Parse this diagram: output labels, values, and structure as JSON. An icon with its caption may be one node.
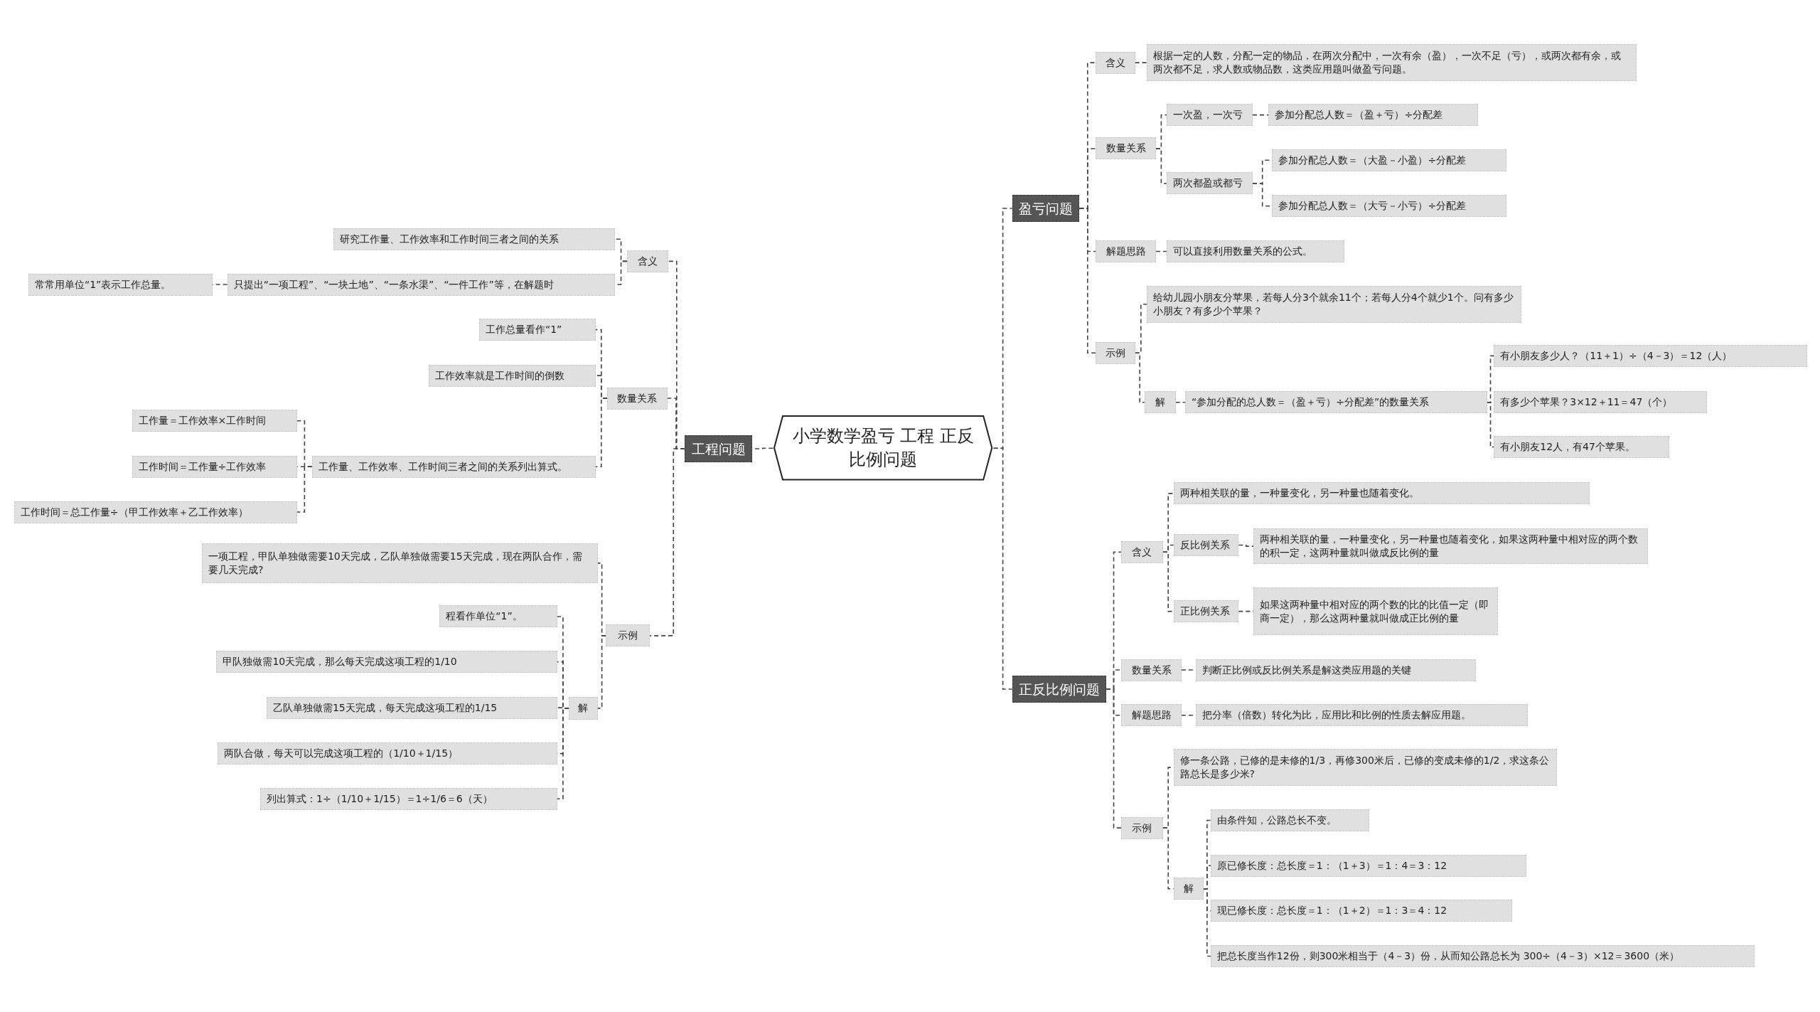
{
  "diagram": {
    "nodes": [
      {
        "text": [
          "小学数学盈亏 工程 正反比例问题"
        ]
      },
      {
        "text": [
          "工程问题"
        ]
      },
      {
        "text": [
          "含义"
        ]
      },
      {
        "text": [
          "研究工作量、工作效率和工作时间三者之间的关系"
        ]
      },
      {
        "text": [
          "只提出“一项工程”、“一块土地”、“一条水渠”、“一件工作”等，在解题时"
        ]
      },
      {
        "text": [
          "常常用单位“1”表示工作总量。"
        ]
      },
      {
        "text": [
          "数量关系"
        ]
      },
      {
        "text": [
          "工作总量看作“1”"
        ]
      },
      {
        "text": [
          "工作效率就是工作时间的倒数"
        ]
      },
      {
        "text": [
          "工作量、工作效率、工作时间三者之间的关系列出算式。"
        ]
      },
      {
        "text": [
          "工作量＝工作效率×工作时间"
        ]
      },
      {
        "text": [
          "工作时间＝工作量÷工作效率"
        ]
      },
      {
        "text": [
          "工作时间＝总工作量÷（甲工作效率＋乙工作效率）"
        ]
      },
      {
        "text": [
          "示例"
        ]
      },
      {
        "text": [
          "一项工程，甲队单独做需要10天完成，乙队单独做需要15天完成，现在两队合作，需要几天完成?"
        ]
      },
      {
        "text": [
          "解"
        ]
      },
      {
        "text": [
          "程看作单位“1”。"
        ]
      },
      {
        "text": [
          "甲队独做需10天完成，那么每天完成这项工程的1/10"
        ]
      },
      {
        "text": [
          "乙队单独做需15天完成，每天完成这项工程的1/15"
        ]
      },
      {
        "text": [
          "两队合做，每天可以完成这项工程的（1/10＋1/15）"
        ]
      },
      {
        "text": [
          "列出算式：1÷（1/10＋1/15）＝1÷1/6＝6（天）"
        ]
      },
      {
        "text": [
          "盈亏问题"
        ]
      },
      {
        "text": [
          "含义"
        ]
      },
      {
        "text": [
          "根据一定的人数，分配一定的物品，在两次分配中，一次有余（盈），一次不足（亏），或两次都有余，或两次都不足，求人数或物品数，这类应用题叫做盈亏问题。"
        ]
      },
      {
        "text": [
          "数量关系"
        ]
      },
      {
        "text": [
          "一次盈，一次亏"
        ]
      },
      {
        "text": [
          "参加分配总人数＝（盈＋亏）÷分配差"
        ]
      },
      {
        "text": [
          "两次都盈或都亏"
        ]
      },
      {
        "text": [
          "参加分配总人数＝（大盈－小盈）÷分配差"
        ]
      },
      {
        "text": [
          "参加分配总人数＝（大亏－小亏）÷分配差"
        ]
      },
      {
        "text": [
          "解题思路"
        ]
      },
      {
        "text": [
          "可以直接利用数量关系的公式。"
        ]
      },
      {
        "text": [
          "示例"
        ]
      },
      {
        "text": [
          "给幼儿园小朋友分苹果，若每人分3个就余11个；若每人分4个就少1个。问有多少小朋友？有多少个苹果？"
        ]
      },
      {
        "text": [
          "解"
        ]
      },
      {
        "text": [
          "“参加分配的总人数＝（盈＋亏）÷分配差”的数量关系"
        ]
      },
      {
        "text": [
          "有小朋友多少人？（11＋1）÷（4－3）＝12（人）"
        ]
      },
      {
        "text": [
          "有多少个苹果？3×12＋11＝47（个）"
        ]
      },
      {
        "text": [
          "有小朋友12人，有47个苹果。"
        ]
      },
      {
        "text": [
          "正反比例问题"
        ]
      },
      {
        "text": [
          "含义"
        ]
      },
      {
        "text": [
          "两种相关联的量，一种量变化，另一种量也随着变化。"
        ]
      },
      {
        "text": [
          "反比例关系"
        ]
      },
      {
        "text": [
          "两种相关联的量，一种量变化，另一种量也随着变化，如果这两种量中相对应的两个数的积一定，这两种量就叫做成反比例的量"
        ]
      },
      {
        "text": [
          "正比例关系"
        ]
      },
      {
        "text": [
          "如果这两种量中相对应的两个数的比的比值一定（即商一定），那么这两种量就叫做成正比例的量"
        ]
      },
      {
        "text": [
          "数量关系"
        ]
      },
      {
        "text": [
          "判断正比例或反比例关系是解这类应用题的关键"
        ]
      },
      {
        "text": [
          "解题思路"
        ]
      },
      {
        "text": [
          "把分率（倍数）转化为比，应用比和比例的性质去解应用题。"
        ]
      },
      {
        "text": [
          "示例"
        ]
      },
      {
        "text": [
          "修一条公路，已修的是未修的1/3，再修300米后，已修的变成未修的1/2，求这条公路总长是多少米?"
        ]
      },
      {
        "text": [
          "解"
        ]
      },
      {
        "text": [
          "由条件知，公路总长不变。"
        ]
      },
      {
        "text": [
          "原已修长度：总长度＝1：（1＋3）＝1：4＝3：12"
        ]
      },
      {
        "text": [
          "现已修长度：总长度＝1：（1＋2）＝1：3＝4：12"
        ]
      },
      {
        "text": [
          "把总长度当作12份，则300米相当于（4－3）份，从而知公路总长为 300÷（4－3）×12＝3600（米）"
        ]
      }
    ],
    "edges": [
      {
        "from": 0,
        "to": 1,
        "arrow": "none"
      },
      {
        "from": 1,
        "to": 2,
        "arrow": "none"
      },
      {
        "from": 2,
        "to": 3,
        "arrow": "none"
      },
      {
        "from": 2,
        "to": 4,
        "arrow": "none"
      },
      {
        "from": 4,
        "to": 5,
        "arrow": "none"
      },
      {
        "from": 1,
        "to": 6,
        "arrow": "none"
      },
      {
        "from": 6,
        "to": 7,
        "arrow": "none"
      },
      {
        "from": 6,
        "to": 8,
        "arrow": "none"
      },
      {
        "from": 6,
        "to": 9,
        "arrow": "none"
      },
      {
        "from": 9,
        "to": 10,
        "arrow": "none"
      },
      {
        "from": 9,
        "to": 11,
        "arrow": "none"
      },
      {
        "from": 9,
        "to": 12,
        "arrow": "none"
      },
      {
        "from": 1,
        "to": 13,
        "arrow": "none"
      },
      {
        "from": 13,
        "to": 14,
        "arrow": "none"
      },
      {
        "from": 13,
        "to": 15,
        "arrow": "none"
      },
      {
        "from": 15,
        "to": 16,
        "arrow": "none"
      },
      {
        "from": 15,
        "to": 17,
        "arrow": "none"
      },
      {
        "from": 15,
        "to": 18,
        "arrow": "none"
      },
      {
        "from": 15,
        "to": 19,
        "arrow": "none"
      },
      {
        "from": 15,
        "to": 20,
        "arrow": "none"
      },
      {
        "from": 0,
        "to": 21,
        "arrow": "none"
      },
      {
        "from": 21,
        "to": 22,
        "arrow": "none"
      },
      {
        "from": 22,
        "to": 23,
        "arrow": "none"
      },
      {
        "from": 21,
        "to": 24,
        "arrow": "none"
      },
      {
        "from": 24,
        "to": 25,
        "arrow": "none"
      },
      {
        "from": 25,
        "to": 26,
        "arrow": "none"
      },
      {
        "from": 24,
        "to": 27,
        "arrow": "none"
      },
      {
        "from": 27,
        "to": 28,
        "arrow": "none"
      },
      {
        "from": 27,
        "to": 29,
        "arrow": "none"
      },
      {
        "from": 21,
        "to": 30,
        "arrow": "none"
      },
      {
        "from": 30,
        "to": 31,
        "arrow": "none"
      },
      {
        "from": 21,
        "to": 32,
        "arrow": "none"
      },
      {
        "from": 32,
        "to": 33,
        "arrow": "none"
      },
      {
        "from": 32,
        "to": 34,
        "arrow": "none"
      },
      {
        "from": 34,
        "to": 35,
        "arrow": "none"
      },
      {
        "from": 35,
        "to": 36,
        "arrow": "none"
      },
      {
        "from": 35,
        "to": 37,
        "arrow": "none"
      },
      {
        "from": 35,
        "to": 38,
        "arrow": "none"
      },
      {
        "from": 0,
        "to": 39,
        "arrow": "none"
      },
      {
        "from": 39,
        "to": 40,
        "arrow": "none"
      },
      {
        "from": 40,
        "to": 41,
        "arrow": "none"
      },
      {
        "from": 40,
        "to": 42,
        "arrow": "none"
      },
      {
        "from": 42,
        "to": 43,
        "arrow": "none"
      },
      {
        "from": 40,
        "to": 44,
        "arrow": "none"
      },
      {
        "from": 44,
        "to": 45,
        "arrow": "none"
      },
      {
        "from": 39,
        "to": 46,
        "arrow": "none"
      },
      {
        "from": 46,
        "to": 47,
        "arrow": "none"
      },
      {
        "from": 39,
        "to": 48,
        "arrow": "none"
      },
      {
        "from": 48,
        "to": 49,
        "arrow": "none"
      },
      {
        "from": 39,
        "to": 50,
        "arrow": "none"
      },
      {
        "from": 50,
        "to": 51,
        "arrow": "none"
      },
      {
        "from": 50,
        "to": 52,
        "arrow": "none"
      },
      {
        "from": 52,
        "to": 53,
        "arrow": "none"
      },
      {
        "from": 52,
        "to": 54,
        "arrow": "none"
      },
      {
        "from": 52,
        "to": 55,
        "arrow": "none"
      },
      {
        "from": 52,
        "to": 56,
        "arrow": "none"
      }
    ]
  }
}
